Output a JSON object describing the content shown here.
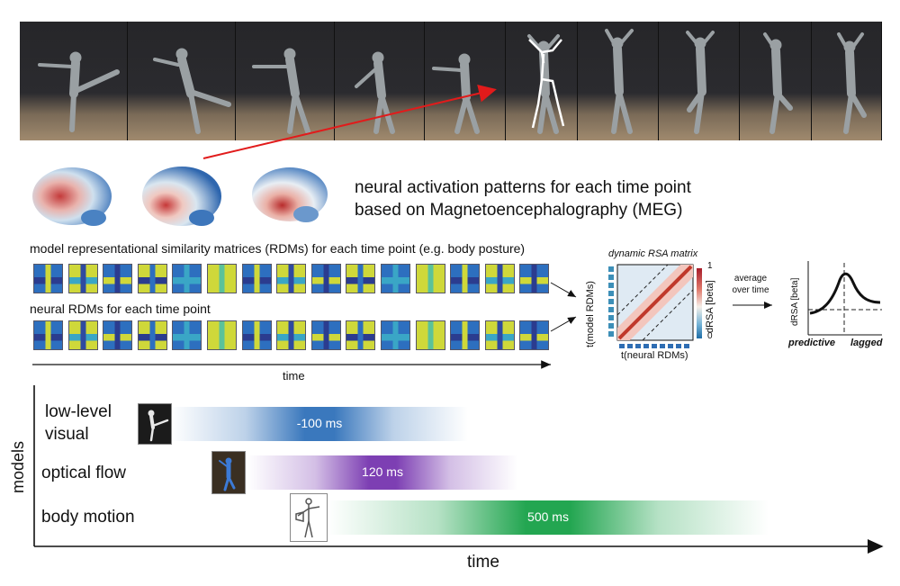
{
  "caption": {
    "line1": "neural activation patterns for each time point",
    "line2": "based on Magnetoencephalography (MEG)"
  },
  "rdm": {
    "model_label": "model representational similarity matrices (RDMs) for each time point (e.g. body posture)",
    "neural_label": "neural RDMs for each time point",
    "time_label": "time"
  },
  "rsa": {
    "title": "dynamic RSA matrix",
    "y_label": "t(model RDMs)",
    "x_label": "t(neural RDMs)",
    "cbar_label": "dRSA [beta]",
    "cbar_max": "1",
    "cbar_min": "0"
  },
  "average": {
    "line1": "average",
    "line2": "over time"
  },
  "curve": {
    "y_label": "dRSA [beta]",
    "left_label": "predictive",
    "right_label": "lagged"
  },
  "models": {
    "axis_label": "models",
    "time_label": "time",
    "items": [
      {
        "label_l1": "low-level",
        "label_l2": "visual",
        "lag": "-100 ms",
        "color": "#3a78bd"
      },
      {
        "label_l1": "optical flow",
        "label_l2": "",
        "lag": "120 ms",
        "color": "#7d3fb3"
      },
      {
        "label_l1": "body motion",
        "label_l2": "",
        "lag": "500 ms",
        "color": "#23a651"
      }
    ]
  }
}
